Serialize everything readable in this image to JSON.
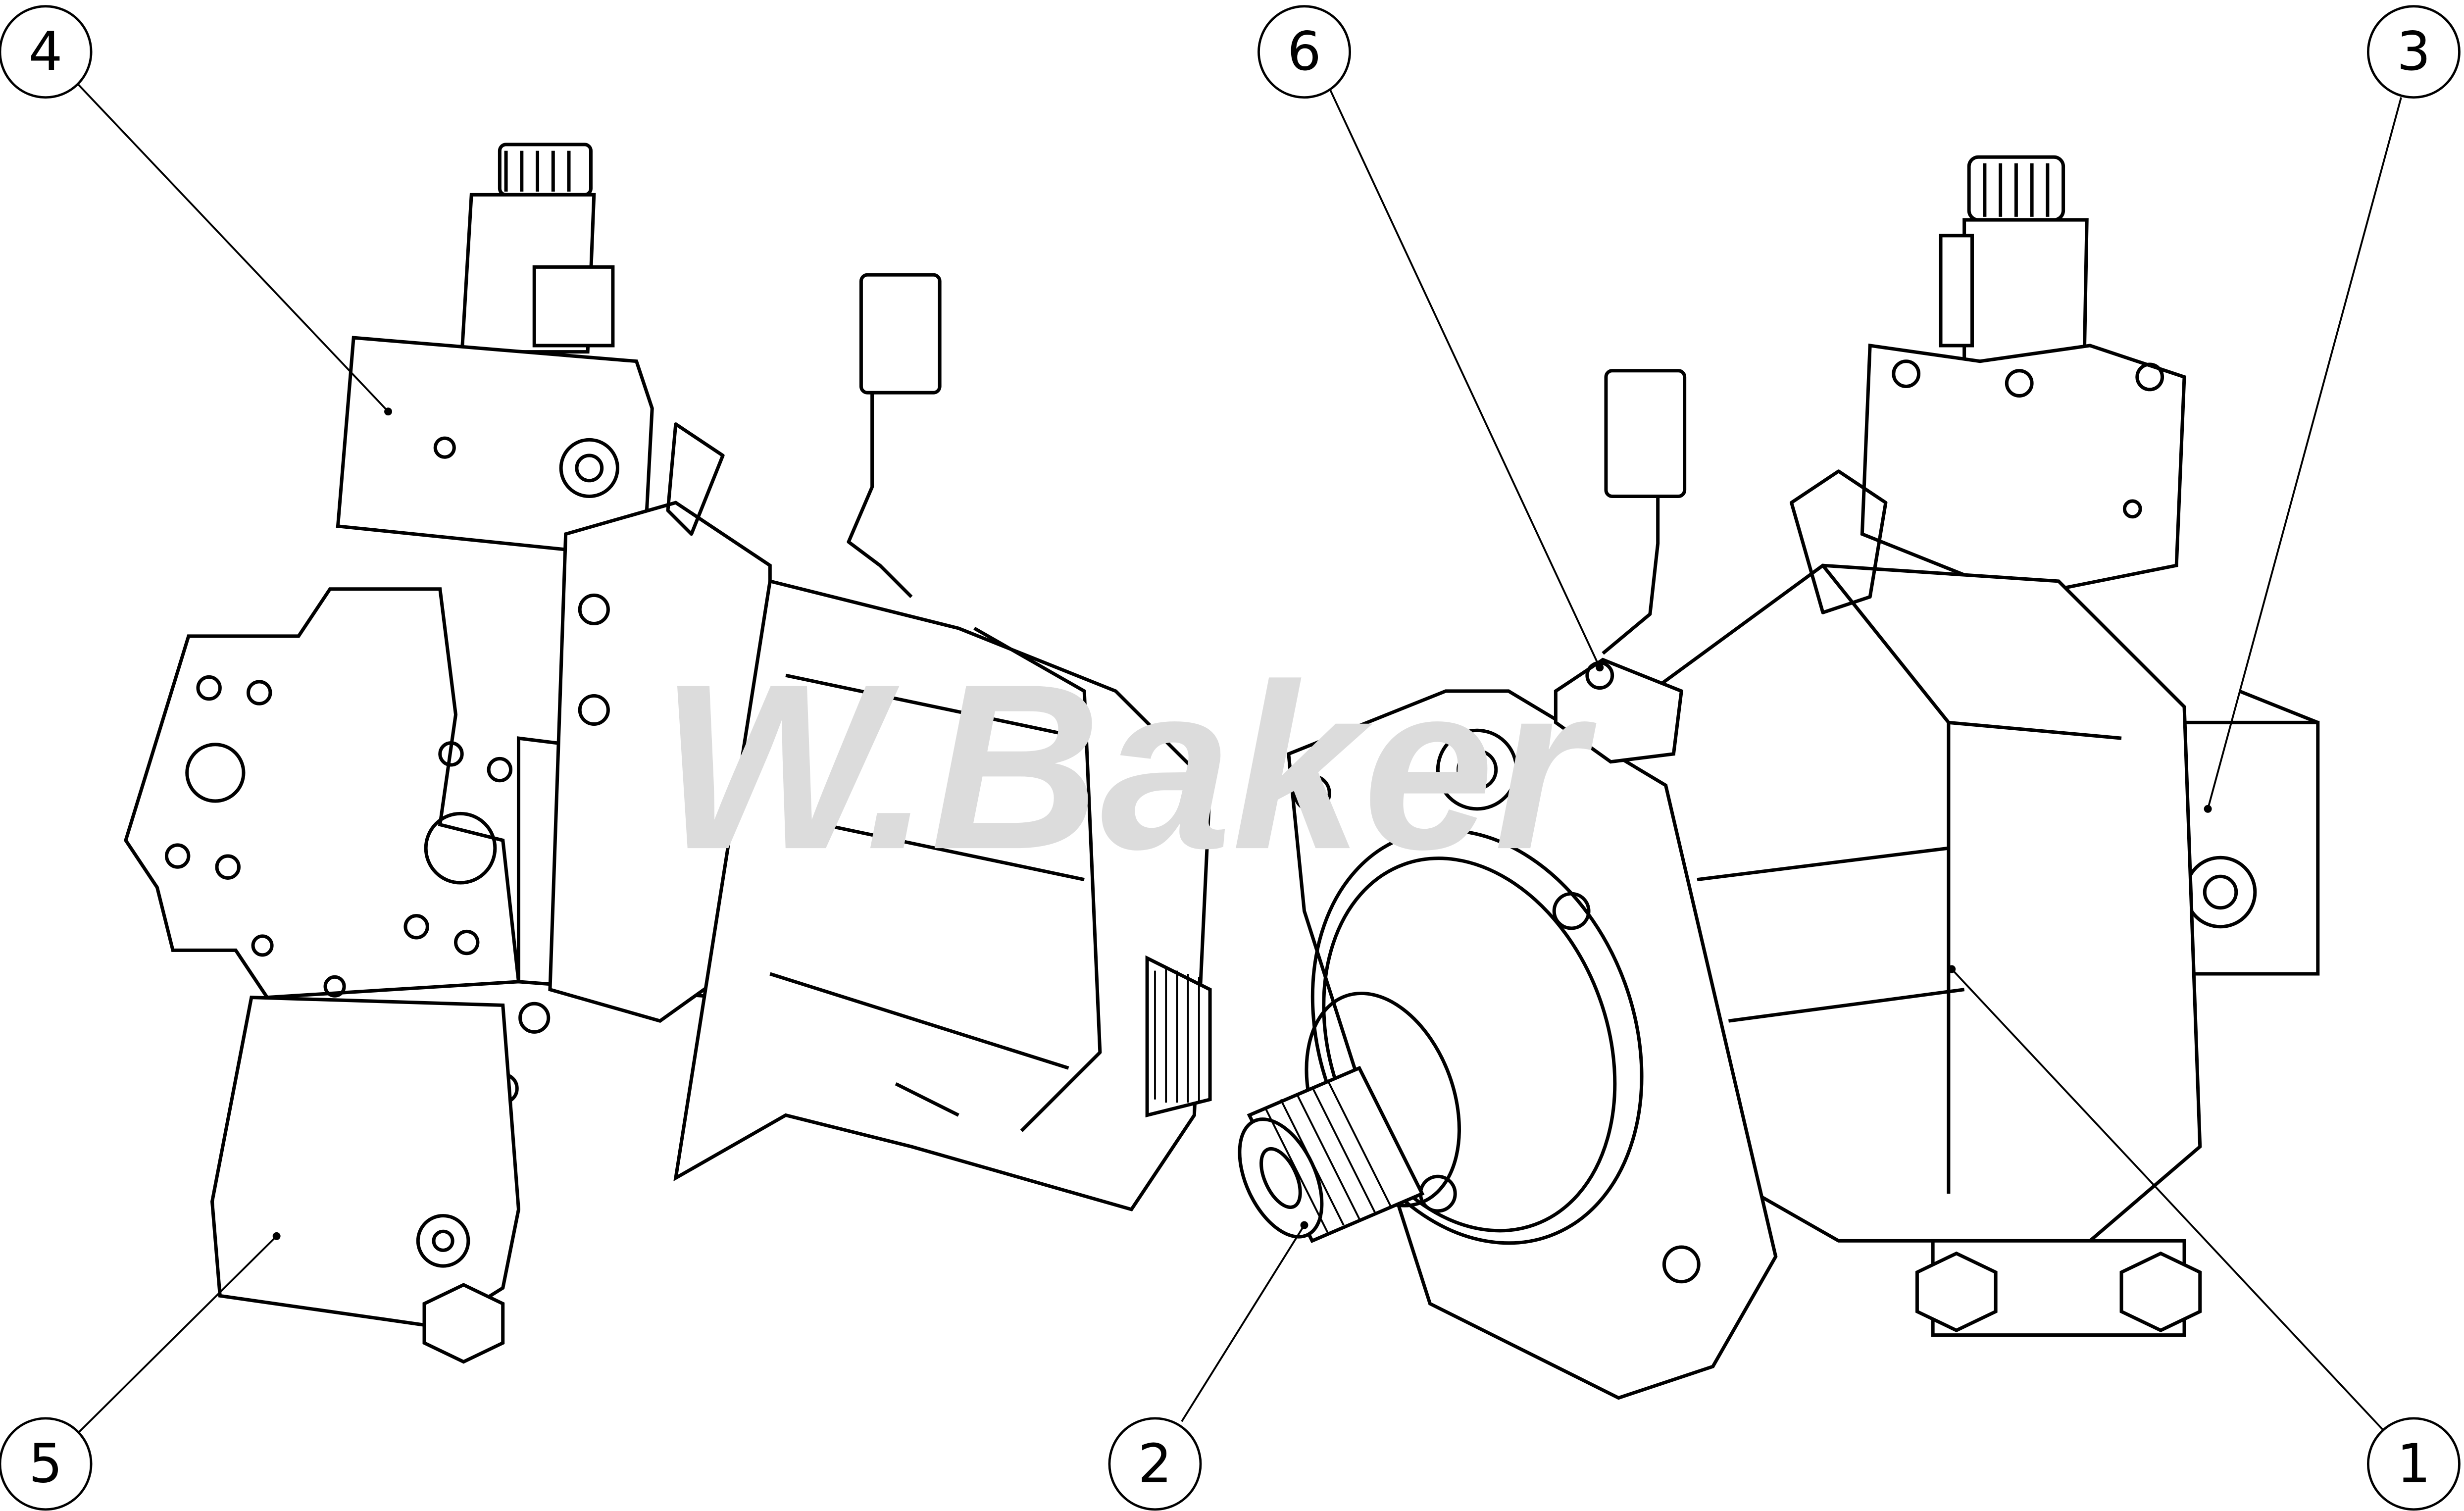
{
  "drawing": {
    "watermark": "W.Baker",
    "callouts": [
      {
        "id": "callout-4",
        "label": "4",
        "part": "control-valve-block-left"
      },
      {
        "id": "callout-6",
        "label": "6",
        "part": "speed-sensor"
      },
      {
        "id": "callout-3",
        "label": "3",
        "part": "port-plate-right"
      },
      {
        "id": "callout-5",
        "label": "5",
        "part": "lower-valve-block"
      },
      {
        "id": "callout-2",
        "label": "2",
        "part": "drive-shaft"
      },
      {
        "id": "callout-1",
        "label": "1",
        "part": "housing"
      }
    ],
    "line_color": "#000000",
    "background": "#ffffff"
  }
}
